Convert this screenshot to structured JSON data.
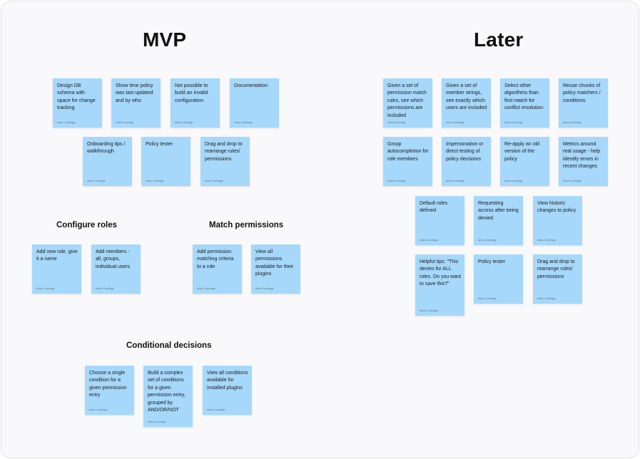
{
  "headings": {
    "mvp": "MVP",
    "later": "Later",
    "configure_roles": "Configure roles",
    "match_permissions": "Match permissions",
    "conditional_decisions": "Conditional decisions"
  },
  "author": "Anton Cushings",
  "sticky_color": "#a6d8fb",
  "mvp_notes": [
    "Design DB schema with space for change tracking",
    "Show time policy was last updated and by who",
    "Not possible to build an invalid configuration",
    "Documentation",
    "Onboarding tips / walkthrough",
    "Policy tester",
    "Drag and drop to rearrange rules/ permissions"
  ],
  "configure_roles_notes": [
    "Add new role, give it a name",
    "Add members - all, groups, individual users"
  ],
  "match_permissions_notes": [
    "Add permission matching criteria to a role",
    "View all permissions available for their plugins"
  ],
  "conditional_decisions_notes": [
    "Choose a single condition for a given permission entry",
    "Build a complex set of conditions for a given permission entry, grouped by AND/OR/NOT",
    "View all conditions available for installed plugins"
  ],
  "later_notes": [
    "Given a set of permission match rules, see which permissions are included",
    "Given a set of member strings, see exactly which users are included",
    "Select other algorithms than first match for conflict resolution",
    "Reuse chunks of policy matchers / conditions",
    "Group autocompletion for role members",
    "Impersonation or direct testing of policy decisions",
    "Re-apply an old version of the policy",
    "Metrics around real usage - help identify errors in recent changes",
    "Default roles defined",
    "Requesting access after being denied",
    "View historic changes to policy",
    "Helpful tips: \"This denies for ALL roles. Do you want to save this?\"",
    "Policy tester",
    "Drag and drop to rearrange rules/ permissions"
  ]
}
